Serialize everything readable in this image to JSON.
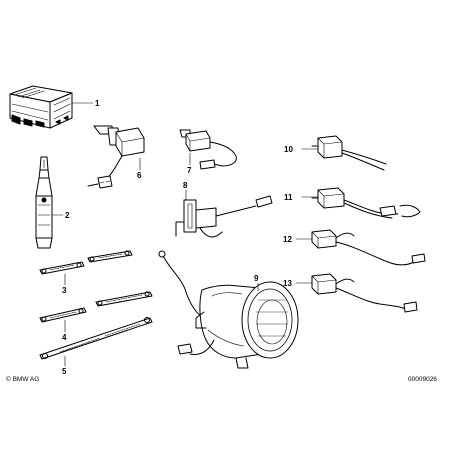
{
  "callouts": [
    "1",
    "2",
    "3",
    "4",
    "5",
    "6",
    "7",
    "8",
    "9",
    "10",
    "11",
    "12",
    "13"
  ],
  "footer": {
    "copyright": "© BMW AG",
    "drawing_no": "00009026"
  }
}
